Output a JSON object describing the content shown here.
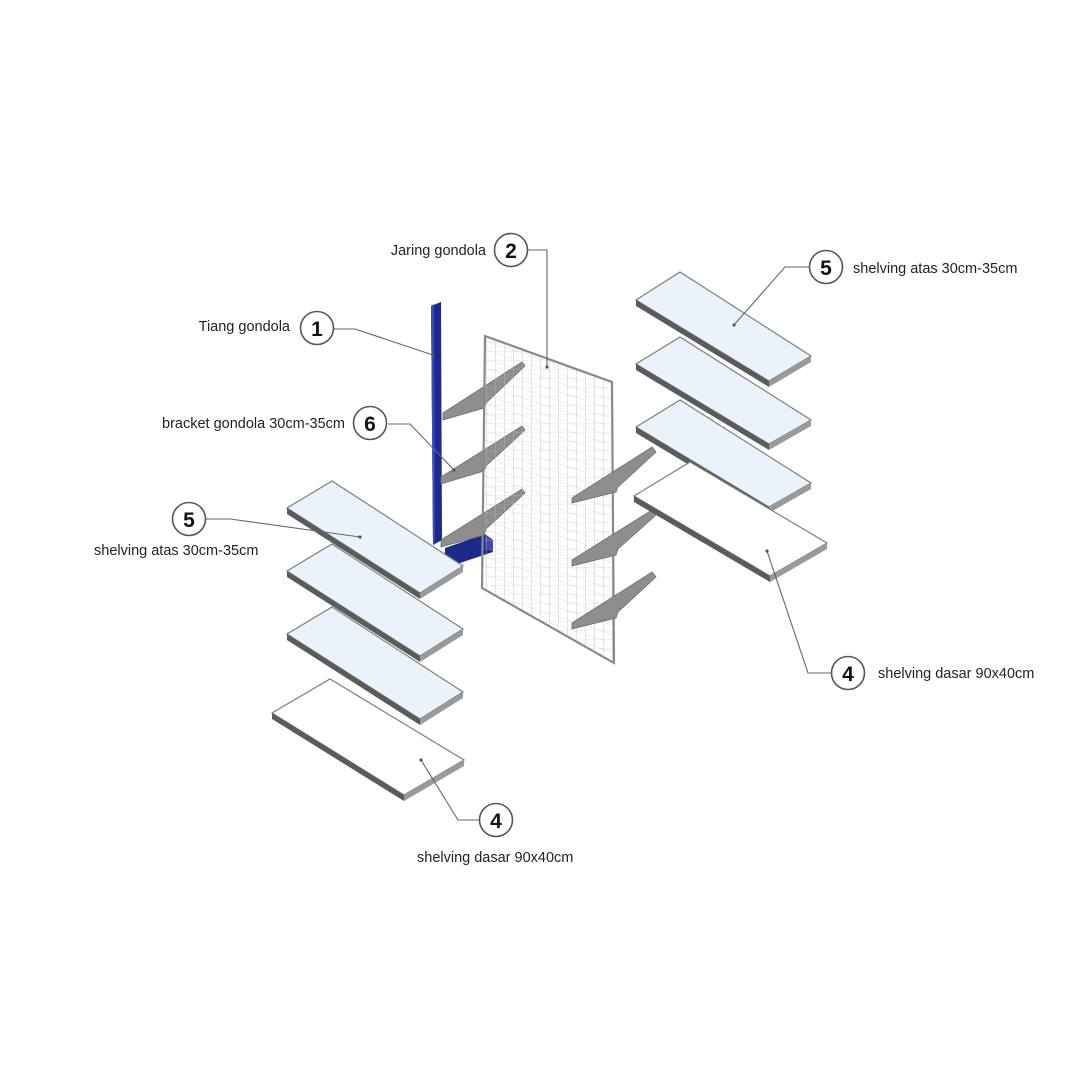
{
  "parts": [
    {
      "number": "1",
      "label": "Tiang gondola"
    },
    {
      "number": "2",
      "label": "Jaring gondola"
    },
    {
      "number": "6",
      "label": "bracket gondola 30cm-35cm"
    },
    {
      "number": "5",
      "label": "shelving atas 30cm-35cm"
    },
    {
      "number": "4",
      "label": "shelving dasar 90x40cm"
    }
  ],
  "callouts": {
    "tiang": {
      "number": "1",
      "label": "Tiang gondola"
    },
    "jaring": {
      "number": "2",
      "label": "Jaring gondola"
    },
    "bracket": {
      "number": "6",
      "label": "bracket gondola 30cm-35cm"
    },
    "shelf_top_left": {
      "number": "5",
      "label": "shelving atas 30cm-35cm"
    },
    "shelf_top_right": {
      "number": "5",
      "label": "shelving atas 30cm-35cm"
    },
    "shelf_base_right": {
      "number": "4",
      "label": "shelving dasar 90x40cm"
    },
    "shelf_base_left": {
      "number": "4",
      "label": "shelving dasar 90x40cm"
    }
  },
  "colors": {
    "post": "#1e2a8a",
    "shelf_top_fill": "#eaf3fc",
    "shelf_base_fill": "#ffffff",
    "metal": "#8a8a8a"
  }
}
